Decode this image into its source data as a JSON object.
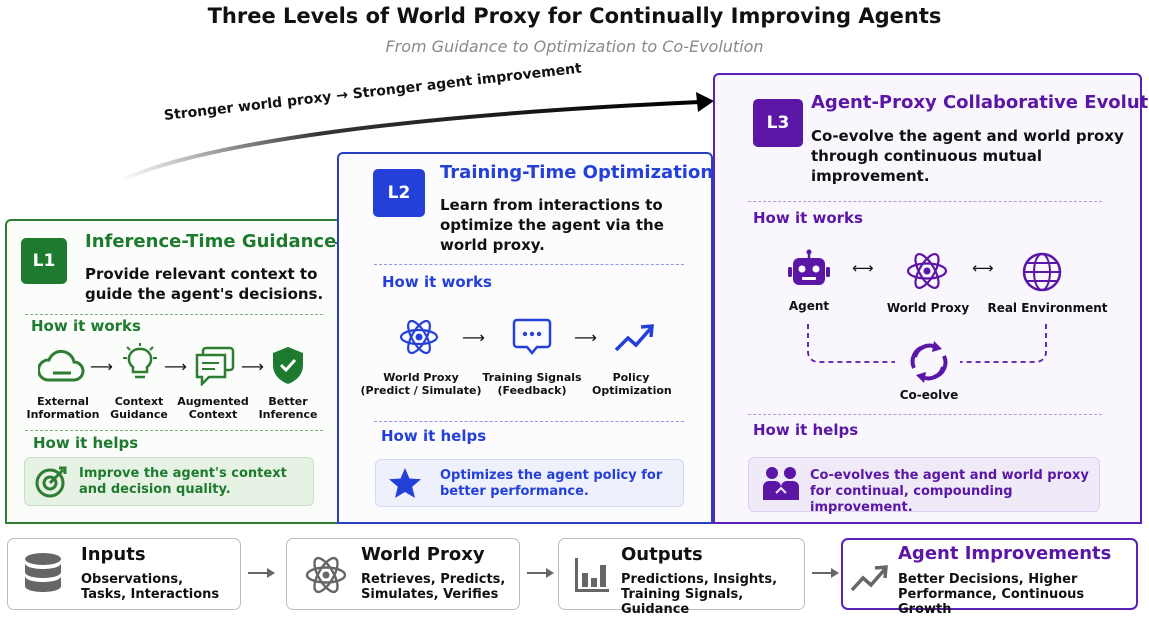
{
  "header": {
    "title": "Three Levels of World Proxy for Continually Improving Agents",
    "subtitle": "From Guidance to Optimization to Co-Evolution",
    "trend_label": "Stronger world proxy → Stronger agent improvement"
  },
  "levels": [
    {
      "badge": "L1",
      "title": "Inference-Time Guidance",
      "description": "Provide relevant context to guide the agent's decisions.",
      "how_it_works_label": "How it works",
      "steps": [
        {
          "icon": "cloud-icon",
          "label": "External Information"
        },
        {
          "icon": "lightbulb-icon",
          "label": "Context Guidance"
        },
        {
          "icon": "chat-stack-icon",
          "label": "Augmented Context"
        },
        {
          "icon": "shield-check-icon",
          "label": "Better Inference"
        }
      ],
      "how_it_helps_label": "How it helps",
      "help_icon": "target-icon",
      "help_text": "Improve the agent's context and decision quality.",
      "color": "#2e7d32"
    },
    {
      "badge": "L2",
      "title": "Training-Time Optimization",
      "description": "Learn from interactions to optimize the agent via the world proxy.",
      "how_it_works_label": "How it works",
      "steps": [
        {
          "icon": "atom-icon",
          "label": "World Proxy (Predict / Simulate)"
        },
        {
          "icon": "speech-bubble-icon",
          "label": "Training Signals (Feedback)"
        },
        {
          "icon": "trend-up-icon",
          "label": "Policy Optimization"
        }
      ],
      "how_it_helps_label": "How it helps",
      "help_icon": "star-icon",
      "help_text": "Optimizes the agent policy for better performance.",
      "color": "#2a3fbf"
    },
    {
      "badge": "L3",
      "title": "Agent-Proxy Collaborative Evolution",
      "description": "Co-evolve the agent and world proxy through continuous mutual improvement.",
      "how_it_works_label": "How it works",
      "steps": [
        {
          "icon": "robot-icon",
          "label": "Agent"
        },
        {
          "icon": "atom-icon",
          "label": "World Proxy"
        },
        {
          "icon": "globe-icon",
          "label": "Real Environment"
        }
      ],
      "cycle_label": "Co-eolve",
      "how_it_helps_label": "How it helps",
      "help_icon": "people-icon",
      "help_text": "Co-evolves the agent and world proxy for continual, compounding improvement.",
      "color": "#5b21b6"
    }
  ],
  "flow": [
    {
      "icon": "database-icon",
      "title": "Inputs",
      "description": "Observations, Tasks, Interactions"
    },
    {
      "icon": "atom-icon",
      "title": "World Proxy",
      "description": "Retrieves, Predicts, Simulates, Verifies"
    },
    {
      "icon": "bar-chart-icon",
      "title": "Outputs",
      "description": "Predictions, Insights, Training Signals, Guidance"
    },
    {
      "icon": "trend-up-icon",
      "title": "Agent Improvements",
      "description": "Better Decisions, Higher Performance, Continuous Growth"
    }
  ]
}
